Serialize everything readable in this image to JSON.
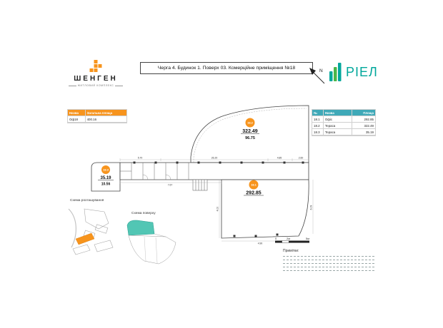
{
  "header": {
    "title": "Черга 4. Будинок 1. Поверх 03. Комерційне приміщення №18",
    "shengen": {
      "name": "ШЕНГЕН",
      "subtitle": "ЖИТЛОВИЙ КОМПЛЕКС"
    },
    "riel": {
      "name": "РІЕЛ"
    },
    "north": "N"
  },
  "summary_table": {
    "col1": "Назва",
    "col2": "Загальна площа",
    "row": {
      "name": "Оф18",
      "area": "400.16"
    }
  },
  "rooms_table": {
    "col_num": "№",
    "col_name": "Назва",
    "col_area": "Площа",
    "rows": [
      {
        "num": "18.1",
        "name": "Офіс",
        "area": "292.85"
      },
      {
        "num": "18.2",
        "name": "Тераса",
        "area": "322.49"
      },
      {
        "num": "18.3",
        "name": "Тераса",
        "area": "35.19"
      }
    ]
  },
  "plan": {
    "rooms": [
      {
        "id": "18.2",
        "area": "322.49",
        "area_reduced": "96.75"
      },
      {
        "id": "18.3",
        "area": "35.19",
        "area_reduced": "10.56"
      },
      {
        "id": "18.1",
        "area": "292.85"
      }
    ],
    "dims": {
      "d1": "5.70",
      "d2": "26.20",
      "d3": "4.85",
      "d4": "2.60",
      "d5": "7.67",
      "d6": "6.09",
      "d7": "4.00",
      "d8": "4.90"
    }
  },
  "schemes": {
    "location_title": "Схема розташування",
    "floor_title": "Схема поверху"
  },
  "footer": {
    "scale_0": "0",
    "scale_2": "2м",
    "scale_5": "5м",
    "notes_label": "Примітки:"
  },
  "colors": {
    "orange": "#F7941D",
    "teal_header": "#3FA9B8",
    "riel_green": "#00A79B",
    "floor_highlight": "#52C6B4"
  }
}
